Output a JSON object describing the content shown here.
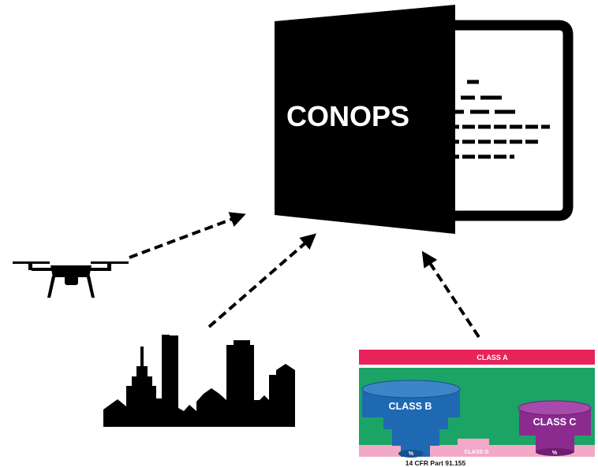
{
  "document": {
    "title": "CONOPS"
  },
  "airspace": {
    "class_a": "CLASS A",
    "class_b": "CLASS B",
    "class_c": "CLASS C",
    "class_g": "CLASS G",
    "marker": "%",
    "regulation": "14 CFR Part 91.155"
  },
  "colors": {
    "class_a": "#e8245a",
    "class_e": "#1ba466",
    "class_g": "#f2a9c7",
    "class_b": "#1f69b3",
    "class_c": "#8b2a8f",
    "ink": "#000000"
  },
  "icons": [
    "document-icon",
    "drone-icon",
    "city-skyline-icon",
    "airspace-diagram-icon"
  ]
}
